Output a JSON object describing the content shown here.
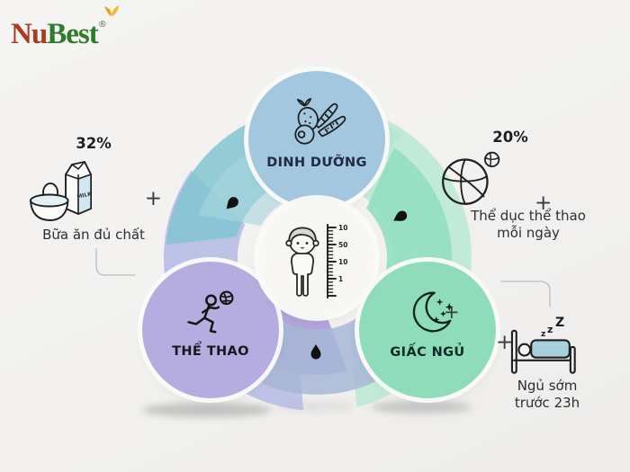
{
  "logo": {
    "nu": "Nu",
    "best": "Best",
    "reg": "®"
  },
  "diagram": {
    "circles": {
      "nutrition": {
        "label": "DINH DƯỠNG"
      },
      "sports": {
        "label": "THỂ THAO"
      },
      "sleep": {
        "label": "GIẤC NGỦ",
        "plus": "+"
      }
    },
    "center": {
      "ruler_labels": [
        "10",
        "50",
        "10",
        "1"
      ]
    }
  },
  "annotations": {
    "nutrition": {
      "percent": "32%",
      "plus": "+",
      "caption": "Bữa ăn đủ chất",
      "milk_label": "MILK"
    },
    "exercise": {
      "percent": "20%",
      "plus": "+",
      "caption": [
        "Thể dục thể thao",
        "mỗi ngày"
      ]
    },
    "sleep": {
      "plus": "+",
      "zzz": [
        "z",
        "z",
        "Z"
      ],
      "caption": [
        "Ngủ sớm",
        "trước 23h"
      ]
    }
  },
  "colors": {
    "nutrition_circle": "#a3c7de",
    "sports_circle": "#b5addf",
    "sleep_circle": "#8edcba",
    "logo_red": "#a83b20",
    "logo_green": "#2f7c2d",
    "swirl_teal": "#83c6d1",
    "swirl_lavender": "#b9bfe6",
    "swirl_green": "#92dfc1"
  }
}
